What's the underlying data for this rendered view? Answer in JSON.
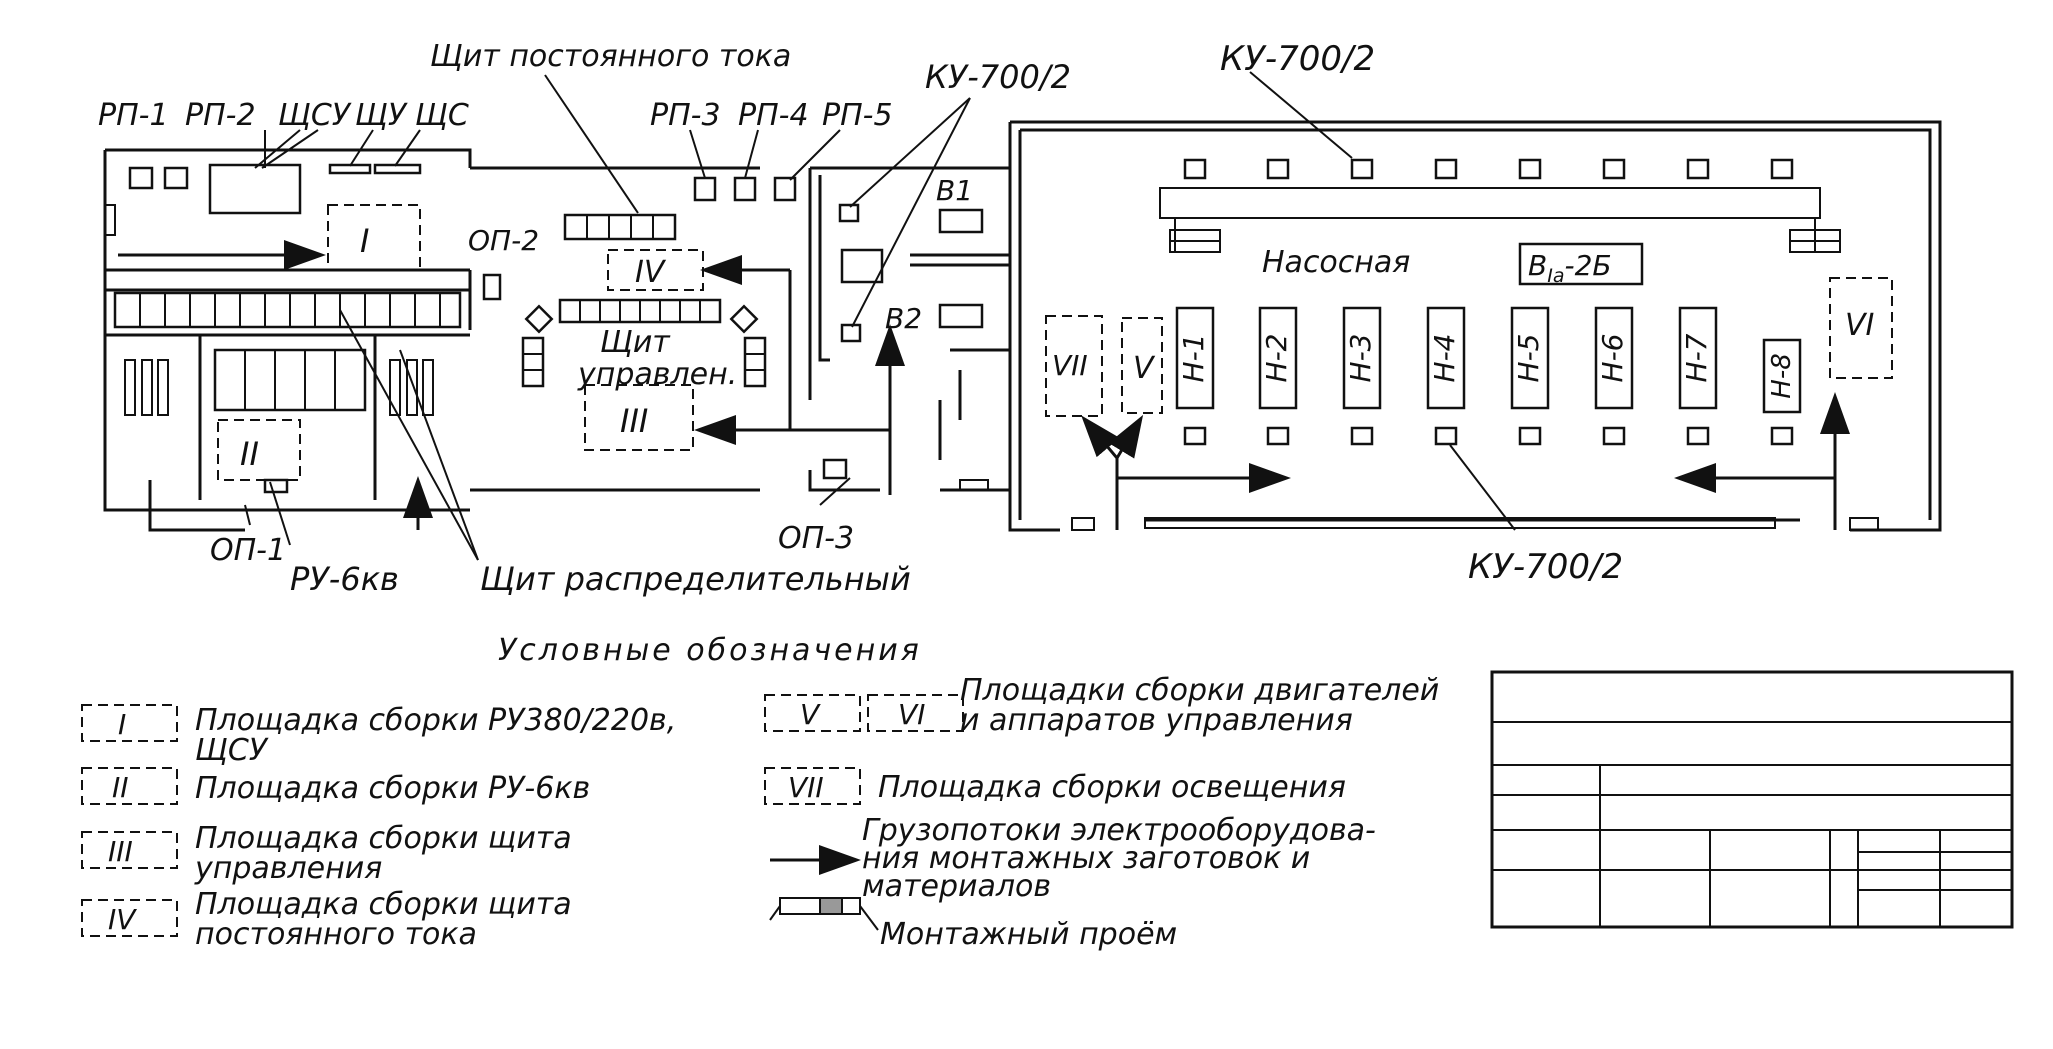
{
  "labels": {
    "dc_board": "Щит постоянного тока",
    "rp1": "РП-1",
    "rp2": "РП-2",
    "shcsu": "ЩСУ",
    "shchu": "ЩУ",
    "shcs": "ЩС",
    "rp3": "РП-3",
    "rp4": "РП-4",
    "rp5": "РП-5",
    "ku_a": "КУ-700/2",
    "ku_b": "КУ-700/2",
    "ku_c": "КУ-700/2",
    "op1": "ОП-1",
    "op2": "ОП-2",
    "op3": "ОП-3",
    "ru6": "РУ-6кв",
    "dist_board": "Щит распределительный",
    "control_board_1": "Щит",
    "control_board_2": "управлен.",
    "pump_room": "Насосная",
    "class_label": "B",
    "class_sub": "Ia",
    "class_suffix": "-2Б",
    "b1": "В1",
    "b2": "В2",
    "z1": "I",
    "z2": "II",
    "z3": "III",
    "z4": "IV",
    "z5": "V",
    "z6": "VI",
    "z7": "VII",
    "pumps": [
      "Н-1",
      "Н-2",
      "Н-3",
      "Н-4",
      "Н-5",
      "Н-6",
      "Н-7",
      "Н-8"
    ]
  },
  "legend": {
    "title": "Условные обозначения",
    "i_num": "I",
    "i_text_1": "Площадка сборки РУ380/220в,",
    "i_text_2": "ЩСУ",
    "ii_num": "II",
    "ii_text": "Площадка сборки РУ-6кв",
    "iii_num": "III",
    "iii_text_1": "Площадка сборки щита",
    "iii_text_2": "управления",
    "iv_num": "IV",
    "iv_text_1": "Площадка сборки щита",
    "iv_text_2": "постоянного тока",
    "v_num": "V",
    "vi_num": "VI",
    "vvi_text_1": "Площадки сборки двигателей",
    "vvi_text_2": "и аппаратов управления",
    "vii_num": "VII",
    "vii_text": "Площадка сборки освещения",
    "arrow_text_1": "Грузопотоки электрооборудова-",
    "arrow_text_2": "ния монтажных заготовок и",
    "arrow_text_3": "материалов",
    "opening_text": "Монтажный проём"
  }
}
